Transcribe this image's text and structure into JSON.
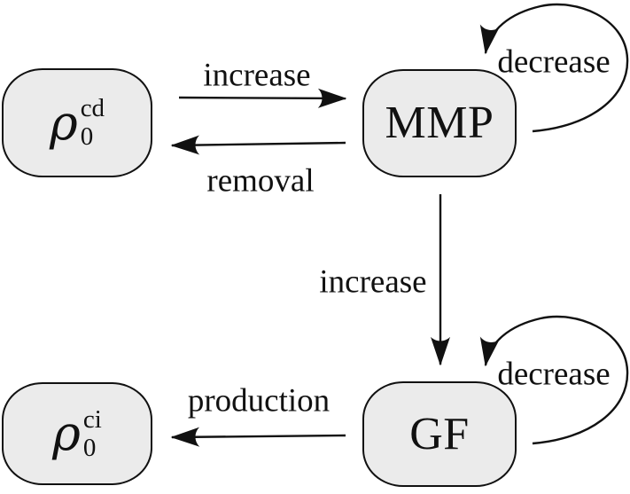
{
  "diagram": {
    "title": "signaling-network-diagram",
    "colors": {
      "background": "#ffffff",
      "node_fill": "#ebebeb",
      "ink": "#111111"
    },
    "nodes": [
      {
        "id": "rho-cd",
        "math": {
          "symbol": "ρ",
          "sup": "cd",
          "sub": "0"
        }
      },
      {
        "id": "mmp",
        "label": "MMP"
      },
      {
        "id": "gf",
        "label": "GF"
      },
      {
        "id": "rho-ci",
        "math": {
          "symbol": "ρ",
          "sup": "ci",
          "sub": "0"
        }
      }
    ],
    "edges": [
      {
        "id": "increase-top",
        "from": "rho-cd",
        "to": "mmp",
        "label": "increase"
      },
      {
        "id": "removal",
        "from": "mmp",
        "to": "rho-cd",
        "label": "removal"
      },
      {
        "id": "increase-mid",
        "from": "mmp",
        "to": "gf",
        "label": "increase"
      },
      {
        "id": "production",
        "from": "gf",
        "to": "rho-ci",
        "label": "production"
      },
      {
        "id": "decrease-mmp",
        "from": "mmp",
        "to": "mmp",
        "label": "decrease"
      },
      {
        "id": "decrease-gf",
        "from": "gf",
        "to": "gf",
        "label": "decrease"
      }
    ]
  }
}
